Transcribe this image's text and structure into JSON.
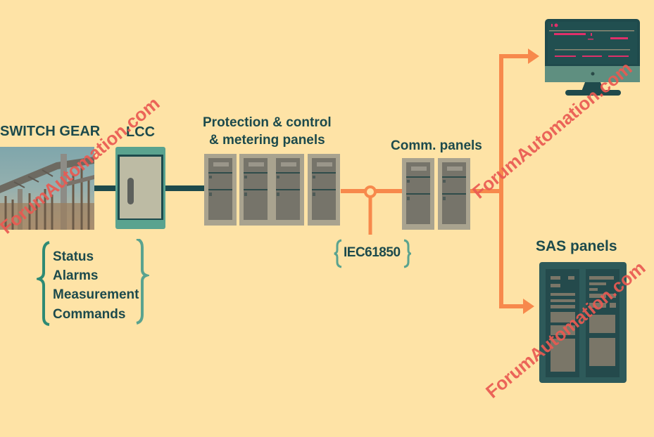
{
  "title": "Substation automation system architecture",
  "colors": {
    "background": "#fee3a6",
    "text": "#1c4a4c",
    "hardwire": "#1d4a4c",
    "iec_bus": "#f7894c",
    "panel_outer": "#a9a38f",
    "panel_inner": "#76746a",
    "accent_teal": "#5aa38f",
    "watermark": "#ea5a52",
    "hmi_highlight": "#e0306a"
  },
  "nodes": {
    "switchgear": {
      "label": "SWITCH GEAR",
      "image": "substation-photo"
    },
    "lcc": {
      "label": "LCC"
    },
    "protection_panels": {
      "label_line1": "Protection & control",
      "label_line2": "& metering panels",
      "count": 4
    },
    "comm_panels": {
      "label": "Comm. panels",
      "count": 2
    },
    "hmi": {
      "label": "",
      "icon": "monitor-icon"
    },
    "sas_panels": {
      "label": "SAS panels"
    }
  },
  "signals": {
    "items": [
      "Status",
      "Alarms",
      "Measurement",
      "Commands"
    ]
  },
  "protocol": {
    "label": "IEC61850"
  },
  "watermarks": [
    {
      "text": "ForumAutomation.com"
    },
    {
      "text": "ForumAutomation.com"
    },
    {
      "text": "ForumAutomation.com"
    }
  ]
}
